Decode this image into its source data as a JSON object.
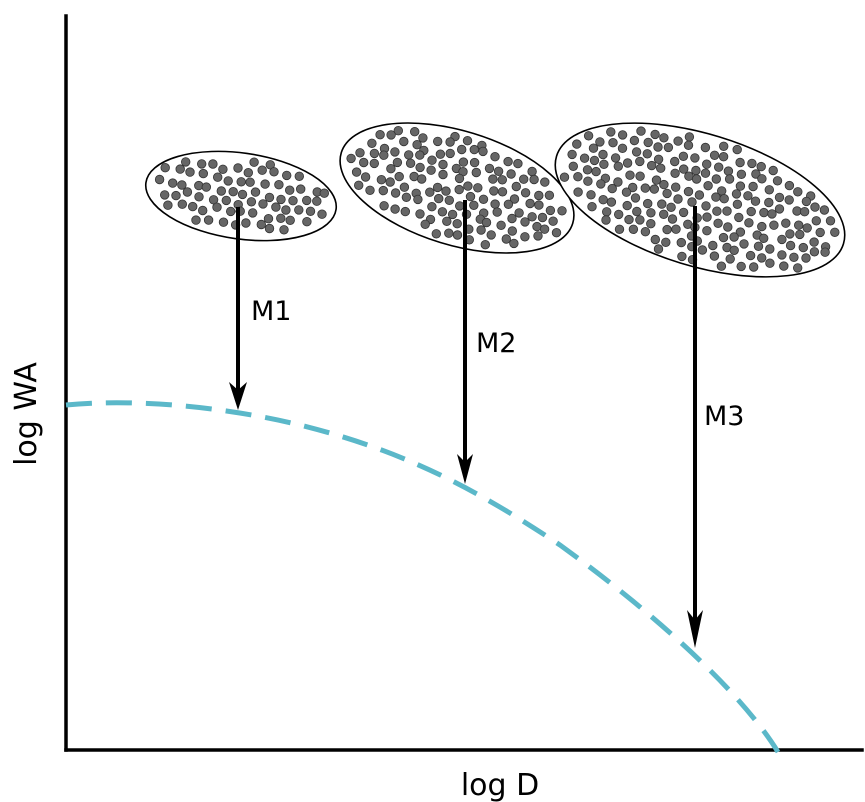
{
  "axes": {
    "x_label": "log D",
    "y_label": "log WA"
  },
  "arrows": [
    {
      "label": "M1"
    },
    {
      "label": "M2"
    },
    {
      "label": "M3"
    }
  ],
  "curve": {
    "style": "dashed",
    "color": "#5bb8c9"
  },
  "point_clouds": [
    {
      "id": "cloud-1"
    },
    {
      "id": "cloud-2"
    },
    {
      "id": "cloud-3"
    }
  ]
}
